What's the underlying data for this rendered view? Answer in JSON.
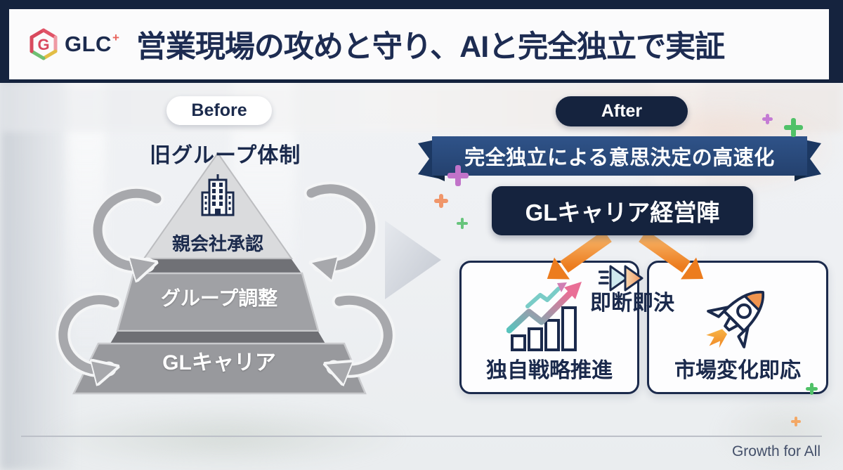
{
  "header": {
    "logo": {
      "mark": "G",
      "text": "GLC",
      "plus": "+"
    },
    "title": "営業現場の攻めと守り、AIと完全独立で実証"
  },
  "before": {
    "badge": "Before",
    "heading": "旧グループ体制",
    "pyramid_layers": [
      {
        "label": "親会社承認"
      },
      {
        "label": "グループ調整"
      },
      {
        "label": "GLキャリア"
      }
    ]
  },
  "after": {
    "badge": "After",
    "ribbon": "完全独立による意思決定の高速化",
    "leadership": "GLキャリア経営陣",
    "speed_label": "即断即決",
    "cards": [
      {
        "label": "独自戦略推進",
        "icon": "growth-chart-icon"
      },
      {
        "label": "市場変化即応",
        "icon": "rocket-icon"
      }
    ]
  },
  "footer": {
    "tagline": "Growth for All"
  },
  "colors": {
    "navy": "#15233e",
    "ribbon_blue": "#2a4c7e",
    "orange": "#ec7d1f",
    "accent_teal": "#58c3bd",
    "accent_pink": "#e96f96",
    "pyramid_gray": "#9b9ca0"
  }
}
